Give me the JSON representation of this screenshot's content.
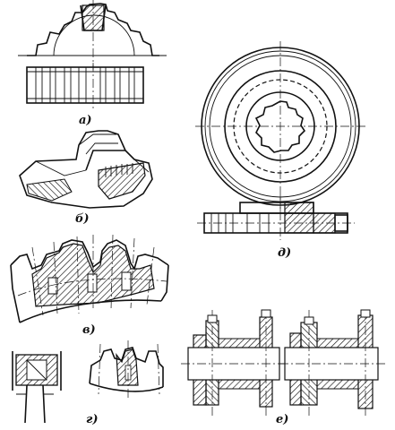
{
  "figure": {
    "panels": [
      {
        "id": "a",
        "label": "а)",
        "subject": "gear tooth with cross-section and straight-cut rim"
      },
      {
        "id": "b",
        "label": "б)",
        "subject": "single tooth segment in perspective"
      },
      {
        "id": "v",
        "label": "в)",
        "subject": "rim segment with inserted teeth"
      },
      {
        "id": "g",
        "label": "г)",
        "subject": "bolted tooth insert and section"
      },
      {
        "id": "d",
        "label": "д)",
        "subject": "gear wheel front view and half section"
      },
      {
        "id": "e",
        "label": "е)",
        "subject": "two hub assemblies in section"
      }
    ]
  }
}
